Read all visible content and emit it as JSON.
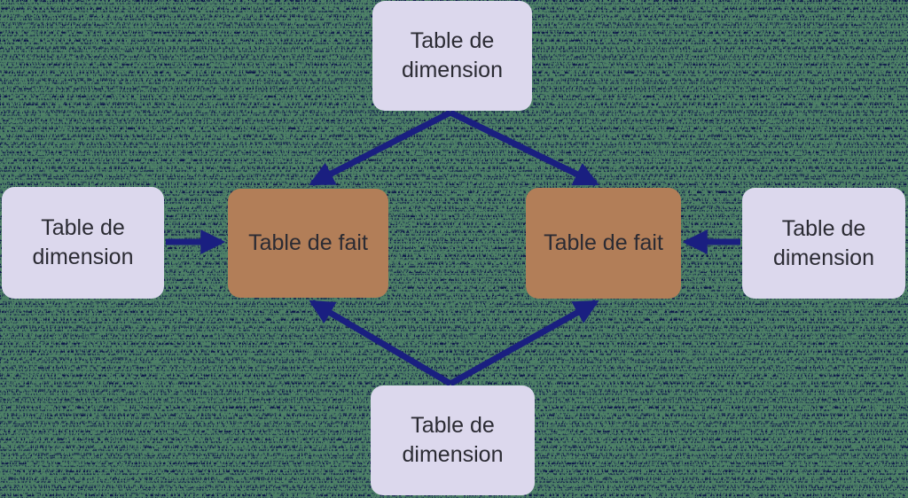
{
  "diagram": {
    "description": "Fact constellation schema: dimension tables linked to fact tables",
    "background_color": "#4d8066",
    "arrow_color": "#1a1f80",
    "node_types": {
      "dimension": {
        "fill": "#dcd8ed",
        "text_color": "#2b2b33"
      },
      "fact": {
        "fill": "#b27e58",
        "text_color": "#2b2b33"
      }
    },
    "nodes": [
      {
        "id": "dimension-top",
        "type": "dimension",
        "label": "Table de dimension"
      },
      {
        "id": "dimension-left",
        "type": "dimension",
        "label": "Table de dimension"
      },
      {
        "id": "fact-left",
        "type": "fact",
        "label": "Table de fait"
      },
      {
        "id": "fact-right",
        "type": "fact",
        "label": "Table de fait"
      },
      {
        "id": "dimension-right",
        "type": "dimension",
        "label": "Table de dimension"
      },
      {
        "id": "dimension-bottom",
        "type": "dimension",
        "label": "Table de dimension"
      }
    ],
    "edges": [
      {
        "from": "dimension-top",
        "to": "fact-left"
      },
      {
        "from": "dimension-top",
        "to": "fact-right"
      },
      {
        "from": "dimension-bottom",
        "to": "fact-left"
      },
      {
        "from": "dimension-bottom",
        "to": "fact-right"
      },
      {
        "from": "dimension-left",
        "to": "fact-left"
      },
      {
        "from": "dimension-right",
        "to": "fact-right"
      }
    ]
  }
}
